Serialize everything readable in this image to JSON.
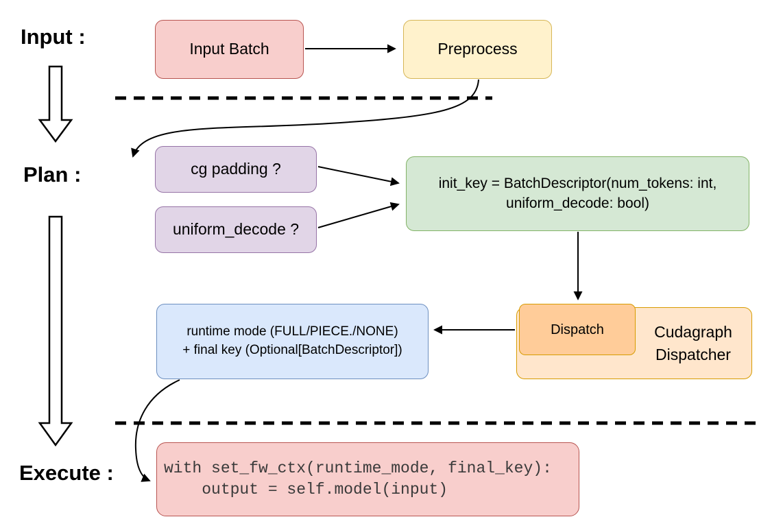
{
  "sections": {
    "input": "Input :",
    "plan": "Plan :",
    "execute": "Execute :"
  },
  "nodes": {
    "input_batch": {
      "label": "Input Batch"
    },
    "preprocess": {
      "label": "Preprocess"
    },
    "cg_padding": {
      "label": "cg padding ?"
    },
    "uniform_decode": {
      "label": "uniform_decode ?"
    },
    "init_key": {
      "lines": [
        "init_key = BatchDescriptor(num_tokens: int,",
        "uniform_decode: bool)"
      ]
    },
    "dispatch": {
      "label": "Dispatch"
    },
    "cudagraph_dispatcher": {
      "lines": [
        "Cudagraph",
        "Dispatcher"
      ]
    },
    "runtime_mode": {
      "lines": [
        "runtime mode (FULL/PIECE./NONE)",
        "+ final key (Optional[BatchDescriptor])"
      ]
    },
    "execute_code": {
      "lines": [
        "with set_fw_ctx(runtime_mode, final_key):",
        "    output = self.model(input)"
      ]
    }
  },
  "edges": [
    {
      "from": "input_batch",
      "to": "preprocess"
    },
    {
      "from": "preprocess",
      "to": "cg_padding"
    },
    {
      "from": "cg_padding",
      "to": "init_key"
    },
    {
      "from": "uniform_decode",
      "to": "init_key"
    },
    {
      "from": "init_key",
      "to": "dispatch"
    },
    {
      "from": "dispatch",
      "to": "runtime_mode"
    },
    {
      "from": "runtime_mode",
      "to": "execute_code"
    }
  ],
  "colors": {
    "red_fill": "#f8cecc",
    "red_border": "#b85450",
    "yellow_fill": "#fff2cc",
    "yellow_border": "#d6b656",
    "purple_fill": "#e1d5e7",
    "purple_border": "#9673a6",
    "green_fill": "#d5e8d4",
    "green_border": "#82b366",
    "blue_fill": "#dae8fc",
    "blue_border": "#6c8ebf",
    "orange_light_fill": "#ffe6cc",
    "orange_strong_fill": "#ffcc99",
    "orange_border": "#d79b00",
    "arrow": "#000000",
    "code_text": "#3a3a3a"
  }
}
